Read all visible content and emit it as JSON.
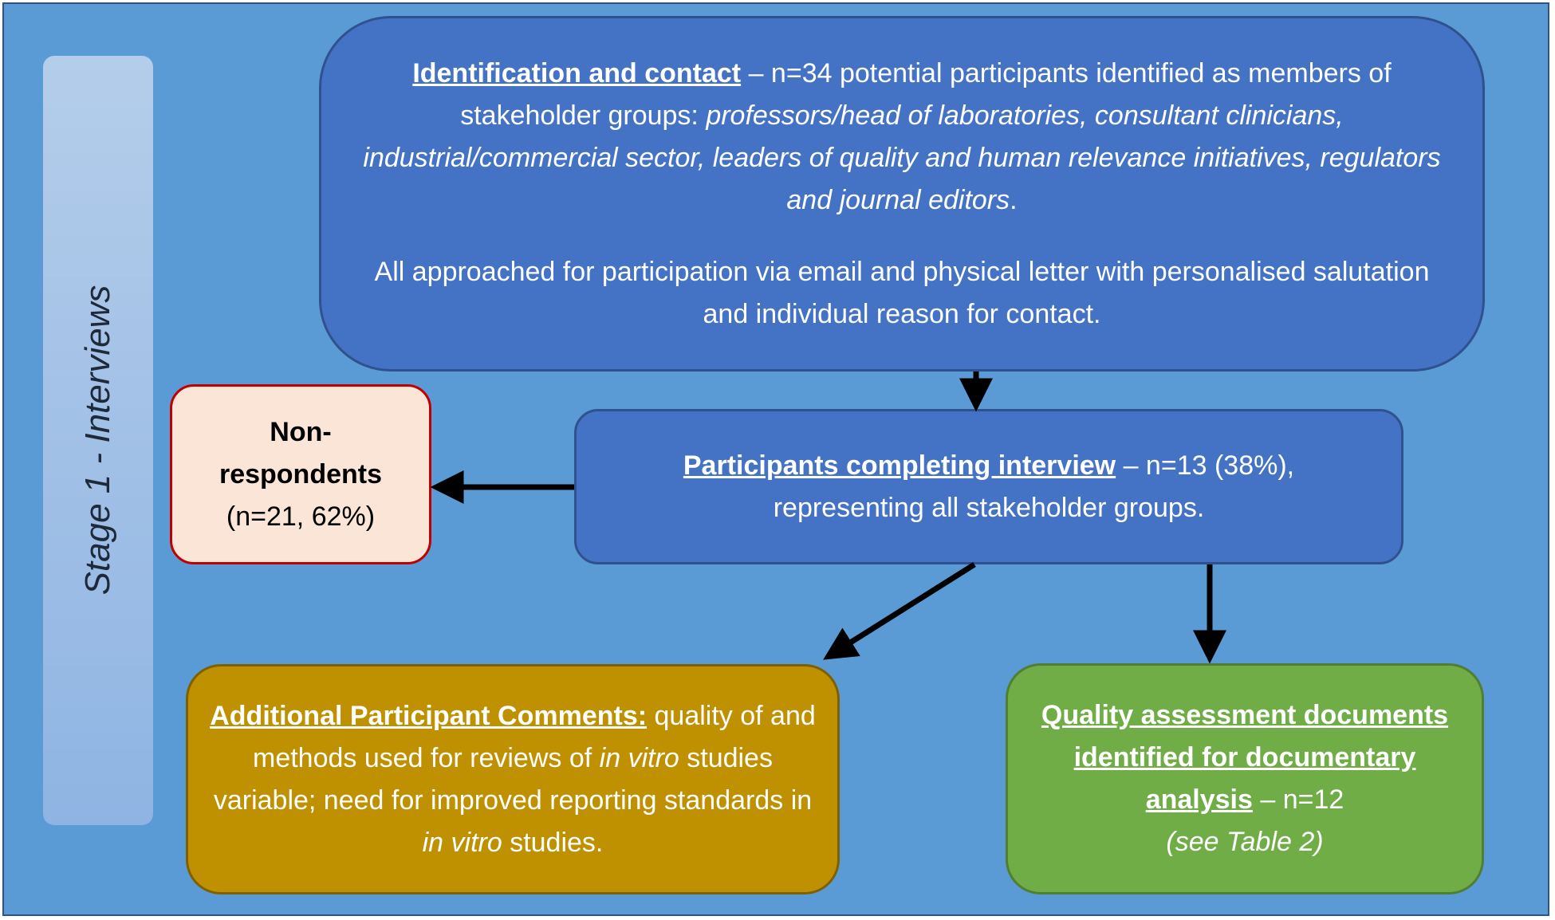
{
  "stage_label": "Stage 1 - Interviews",
  "identification": {
    "heading": "Identification and contact",
    "text_before_groups": " – n=34 potential participants identified as members of stakeholder groups: ",
    "groups": "professors/head of laboratories, consultant clinicians, industrial/commercial sector, leaders of quality and human relevance initiatives, regulators and journal editors",
    "text_after_groups": ".",
    "approach_text": "All approached for participation via email and physical letter with personalised salutation and individual reason for contact."
  },
  "participants": {
    "heading": "Participants completing interview",
    "text_line1": " – n=13 (38%),",
    "text_line2": "representing all stakeholder groups."
  },
  "non_respondents": {
    "label_line1": "Non-",
    "label_line2": "respondents",
    "value": "(n=21, 62%)"
  },
  "comments": {
    "heading": "Additional Participant Comments:",
    "t1": " quality of and methods used for reviews of ",
    "t2": "in vitro",
    "t3": " studies variable; need for improved reporting standards in ",
    "t4": "in vitro",
    "t5": " studies."
  },
  "quality": {
    "heading": "Quality assessment documents identified for documentary analysis",
    "count_text": " – n=12",
    "note": "(see Table 2)"
  },
  "colors": {
    "panel_background": "#5b9bd5",
    "blue_box": "#4472c4",
    "non_respondents_fill": "#fbe5d6",
    "non_respondents_border": "#c00000",
    "comments_box": "#bf9000",
    "quality_box": "#70ad47",
    "arrow": "#000000"
  }
}
